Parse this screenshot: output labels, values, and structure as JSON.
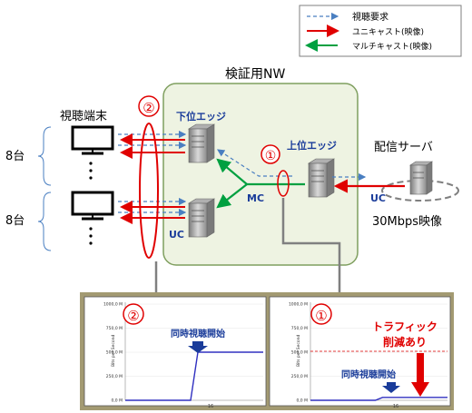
{
  "legend": {
    "request": "視聴要求",
    "unicast": "ユニキャスト(映像)",
    "multicast": "マルチキャスト(映像)"
  },
  "network": {
    "title": "検証用NW",
    "lower_edge": "下位エッジ",
    "upper_edge": "上位エッジ",
    "mc": "MC",
    "uc_lower": "UC",
    "uc_server": "UC"
  },
  "terminals": {
    "title": "視聴端末",
    "count_top": "8台",
    "count_bottom": "8台"
  },
  "server": {
    "title": "配信サーバ",
    "video": "30Mbps映像"
  },
  "markers": {
    "one": "①",
    "two": "②"
  },
  "charts": {
    "y_axis_title": "Bits per Second",
    "left": {
      "marker": "②",
      "annotation": "同時視聴開始",
      "y_ticks": [
        "1000,0 M",
        "750,0 M",
        "500,0 M",
        "250,0 M",
        "0,0 M"
      ],
      "x_tick": "16"
    },
    "right": {
      "marker": "①",
      "annotation": "同時視聴開始",
      "reduction_line1": "トラフィック",
      "reduction_line2": "削減あり",
      "y_ticks": [
        "1000,0 M",
        "750,0 M",
        "500,0 M",
        "250,0 M",
        "0,0 M"
      ],
      "x_tick": "16"
    }
  },
  "colors": {
    "request": "#4a7fc1",
    "unicast": "#e00000",
    "multicast": "#00a040",
    "network_bg": "#eef3e2",
    "network_border": "#7f9f5f",
    "chart_frame": "#a39a72",
    "chart_line": "#3030c0",
    "annotation": "#1a3c9a"
  },
  "chart_data": [
    {
      "type": "line",
      "title": "",
      "xlabel": "",
      "ylabel": "Bits per Second",
      "ylim": [
        0,
        1000
      ],
      "x_ticks": [
        "16"
      ],
      "series": [
        {
          "values": [
            0,
            0,
            0,
            0,
            0,
            0,
            0,
            0,
            0,
            0,
            500,
            500,
            500,
            500,
            500,
            500,
            500,
            500,
            500,
            500
          ]
        }
      ]
    },
    {
      "type": "line",
      "title": "",
      "xlabel": "",
      "ylabel": "Bits per Second",
      "ylim": [
        0,
        1000
      ],
      "x_ticks": [
        "16"
      ],
      "series": [
        {
          "values": [
            0,
            0,
            0,
            0,
            0,
            0,
            0,
            0,
            0,
            0,
            30,
            30,
            30,
            30,
            30,
            30,
            30,
            30,
            30,
            30
          ]
        }
      ]
    }
  ]
}
